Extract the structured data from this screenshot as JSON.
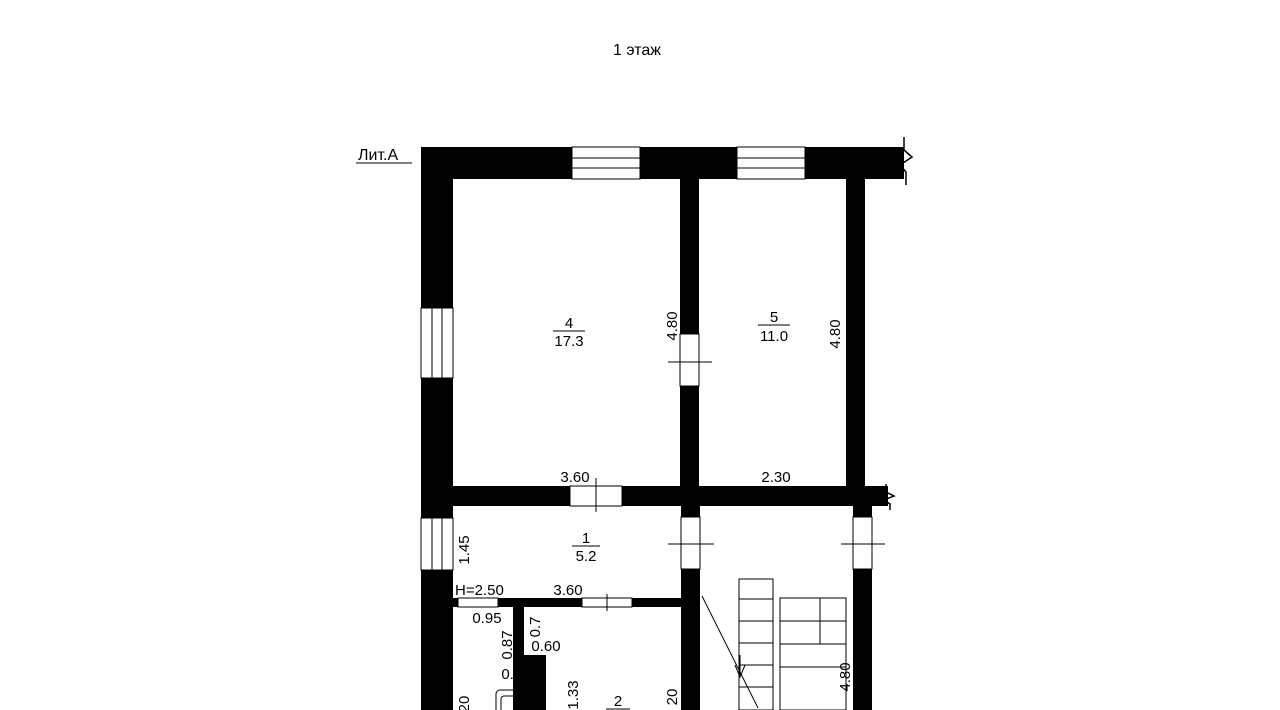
{
  "title": "1 этаж",
  "liter": "Лит.А",
  "rooms": [
    {
      "number": "4",
      "area": "17.3"
    },
    {
      "number": "5",
      "area": "11.0"
    },
    {
      "number": "1",
      "area": "5.2"
    },
    {
      "number": "2",
      "area": ""
    }
  ],
  "dimensions": {
    "d_4_80_a": "4.80",
    "d_4_80_b": "4.80",
    "d_3_60_a": "3.60",
    "d_2_30": "2.30",
    "d_1_45": "1.45",
    "d_h": "H=2.50",
    "d_3_60_b": "3.60",
    "d_0_95": "0.95",
    "d_0_7": "0.7",
    "d_0_87": "0.87",
    "d_0_60": "0.60",
    "d_0_30": "0.30",
    "d_1_33": "1.33",
    "d_20_a": "20",
    "d_20_b": "20",
    "d_4_80_c": "4.80"
  },
  "colors": {
    "wall": "#000000",
    "background": "#ffffff",
    "line": "#000000"
  }
}
